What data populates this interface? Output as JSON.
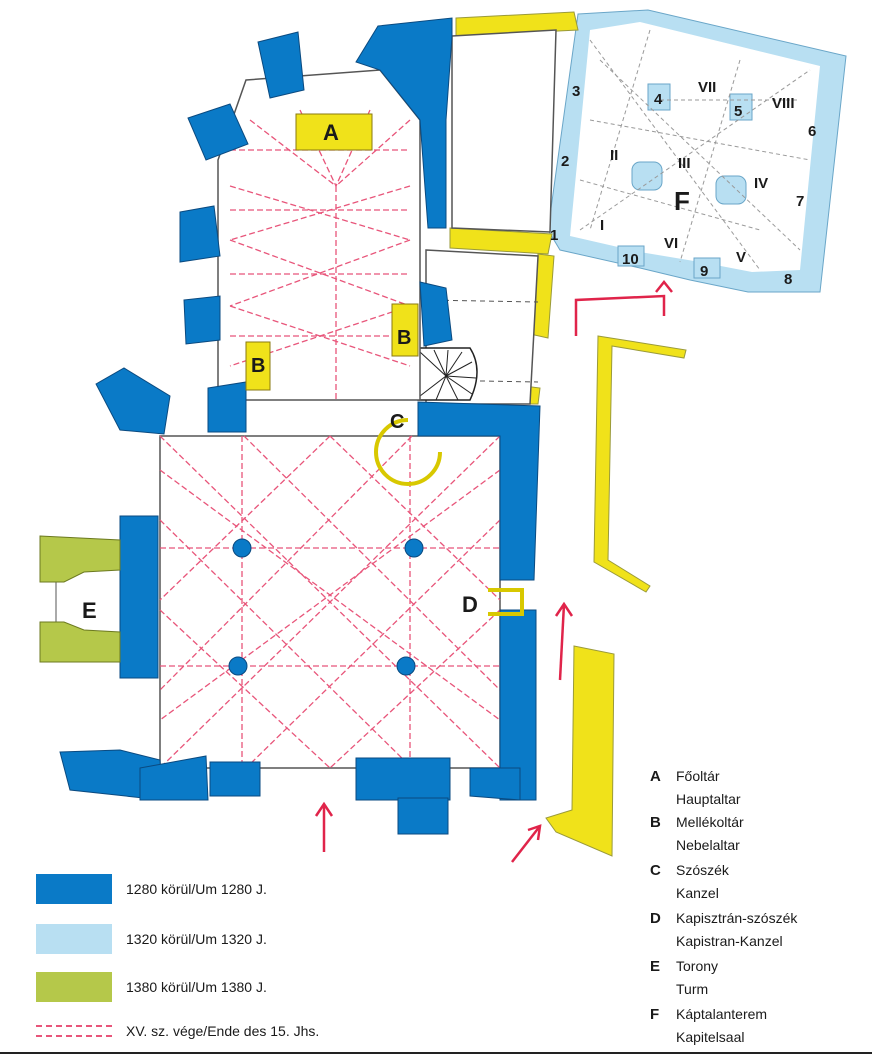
{
  "colors": {
    "phase_1280": "#0a7ac7",
    "phase_1320": "#b8dff2",
    "phase_1380": "#b5c84a",
    "vaulting_15th": "#e8557a",
    "altars_yellow": "#f0e21a",
    "arrows": "#e0244a"
  },
  "plan_labels": {
    "A": "A",
    "B1": "B",
    "B2": "B",
    "C": "C",
    "D": "D",
    "E": "E",
    "F": "F"
  },
  "chapter_numbers": [
    "1",
    "2",
    "3",
    "4",
    "5",
    "6",
    "7",
    "8",
    "9",
    "10"
  ],
  "chapter_roman": [
    "I",
    "II",
    "III",
    "IV",
    "V",
    "VI",
    "VII",
    "VIII"
  ],
  "legend": [
    {
      "label": "1280 körül/Um 1280 J.",
      "color": "#0a7ac7"
    },
    {
      "label": "1320 körül/Um 1320 J.",
      "color": "#b8dff2"
    },
    {
      "label": "1380 körül/Um 1380 J.",
      "color": "#b5c84a"
    },
    {
      "label": "XV. sz. vége/Ende des 15. Jhs.",
      "color": "#e8557a"
    }
  ],
  "key": [
    {
      "letter": "A",
      "hu": "Főoltár",
      "de": "Hauptaltar"
    },
    {
      "letter": "B",
      "hu": "Mellékoltár",
      "de": "Nebelaltar"
    },
    {
      "letter": "C",
      "hu": "Szószék",
      "de": "Kanzel"
    },
    {
      "letter": "D",
      "hu": "Kapisztrán-szószék",
      "de": "Kapistran-Kanzel"
    },
    {
      "letter": "E",
      "hu": "Torony",
      "de": "Turm"
    },
    {
      "letter": "F",
      "hu": "Káptalanterem",
      "de": "Kapitelsaal"
    }
  ]
}
